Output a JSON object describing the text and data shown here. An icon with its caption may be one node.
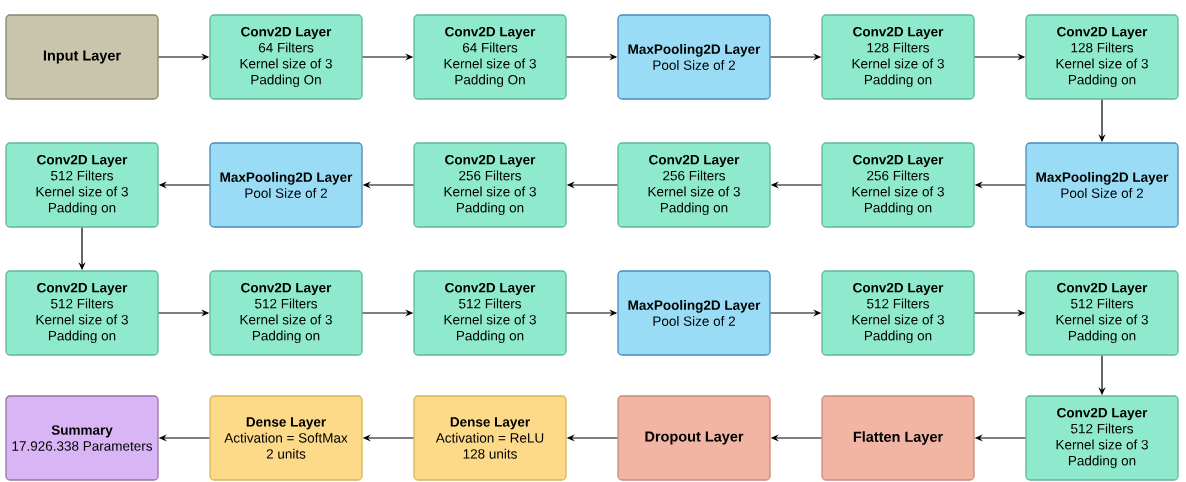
{
  "diagram": {
    "nodes": [
      {
        "text": [
          "Input Layer"
        ]
      },
      {
        "text": [
          "Conv2D Layer",
          "64 Filters",
          "Kernel size of 3",
          "Padding On"
        ]
      },
      {
        "text": [
          "Conv2D Layer",
          "64 Filters",
          "Kernel size of 3",
          "Padding On"
        ]
      },
      {
        "text": [
          "MaxPooling2D Layer",
          "Pool Size of 2"
        ]
      },
      {
        "text": [
          "Conv2D Layer",
          "128 Filters",
          "Kernel size of 3",
          "Padding on"
        ]
      },
      {
        "text": [
          "Conv2D Layer",
          "128 Filters",
          "Kernel size of 3",
          "Padding on"
        ]
      },
      {
        "text": [
          "Conv2D Layer",
          "512 Filters",
          "Kernel size of 3",
          "Padding on"
        ]
      },
      {
        "text": [
          "MaxPooling2D Layer",
          "Pool Size of 2"
        ]
      },
      {
        "text": [
          "Conv2D Layer",
          "256 Filters",
          "Kernel size of 3",
          "Padding on"
        ]
      },
      {
        "text": [
          "Conv2D Layer",
          "256 Filters",
          "Kernel size of 3",
          "Padding on"
        ]
      },
      {
        "text": [
          "Conv2D Layer",
          "256 Filters",
          "Kernel size of 3",
          "Padding on"
        ]
      },
      {
        "text": [
          "MaxPooling2D Layer",
          "Pool Size of 2"
        ]
      },
      {
        "text": [
          "Conv2D Layer",
          "512 Filters",
          "Kernel size of 3",
          "Padding on"
        ]
      },
      {
        "text": [
          "Conv2D Layer",
          "512 Filters",
          "Kernel size of 3",
          "Padding on"
        ]
      },
      {
        "text": [
          "Conv2D Layer",
          "512 Filters",
          "Kernel size of 3",
          "Padding on"
        ]
      },
      {
        "text": [
          "MaxPooling2D Layer",
          "Pool Size of 2"
        ]
      },
      {
        "text": [
          "Conv2D Layer",
          "512 Filters",
          "Kernel size of 3",
          "Padding on"
        ]
      },
      {
        "text": [
          "Conv2D Layer",
          "512 Filters",
          "Kernel size of 3",
          "Padding on"
        ]
      },
      {
        "text": [
          "Summary",
          "17.926.338 Parameters"
        ]
      },
      {
        "text": [
          "Dense Layer",
          "Activation = SoftMax",
          "2 units"
        ]
      },
      {
        "text": [
          "Dense Layer",
          "Activation = ReLU",
          "128 units"
        ]
      },
      {
        "text": [
          "Dropout Layer"
        ]
      },
      {
        "text": [
          "Flatten Layer"
        ]
      },
      {
        "text": [
          "Conv2D Layer",
          "512 Filters",
          "Kernel size of 3",
          "Padding on"
        ]
      }
    ],
    "edges": [
      {
        "from": 0,
        "to": 1,
        "arrow": "to"
      },
      {
        "from": 1,
        "to": 2,
        "arrow": "to"
      },
      {
        "from": 2,
        "to": 3,
        "arrow": "to"
      },
      {
        "from": 3,
        "to": 4,
        "arrow": "to"
      },
      {
        "from": 4,
        "to": 5,
        "arrow": "to"
      },
      {
        "from": 5,
        "to": 11,
        "arrow": "to"
      },
      {
        "from": 11,
        "to": 10,
        "arrow": "to"
      },
      {
        "from": 10,
        "to": 9,
        "arrow": "to"
      },
      {
        "from": 9,
        "to": 8,
        "arrow": "to"
      },
      {
        "from": 8,
        "to": 7,
        "arrow": "to"
      },
      {
        "from": 7,
        "to": 6,
        "arrow": "to"
      },
      {
        "from": 6,
        "to": 12,
        "arrow": "to"
      },
      {
        "from": 12,
        "to": 13,
        "arrow": "to"
      },
      {
        "from": 13,
        "to": 14,
        "arrow": "to"
      },
      {
        "from": 14,
        "to": 15,
        "arrow": "to"
      },
      {
        "from": 15,
        "to": 16,
        "arrow": "to"
      },
      {
        "from": 16,
        "to": 17,
        "arrow": "to"
      },
      {
        "from": 17,
        "to": 23,
        "arrow": "to"
      },
      {
        "from": 23,
        "to": 22,
        "arrow": "to"
      },
      {
        "from": 22,
        "to": 21,
        "arrow": "to"
      },
      {
        "from": 21,
        "to": 20,
        "arrow": "to"
      },
      {
        "from": 20,
        "to": 19,
        "arrow": "to"
      },
      {
        "from": 19,
        "to": 18,
        "arrow": "to"
      }
    ]
  }
}
